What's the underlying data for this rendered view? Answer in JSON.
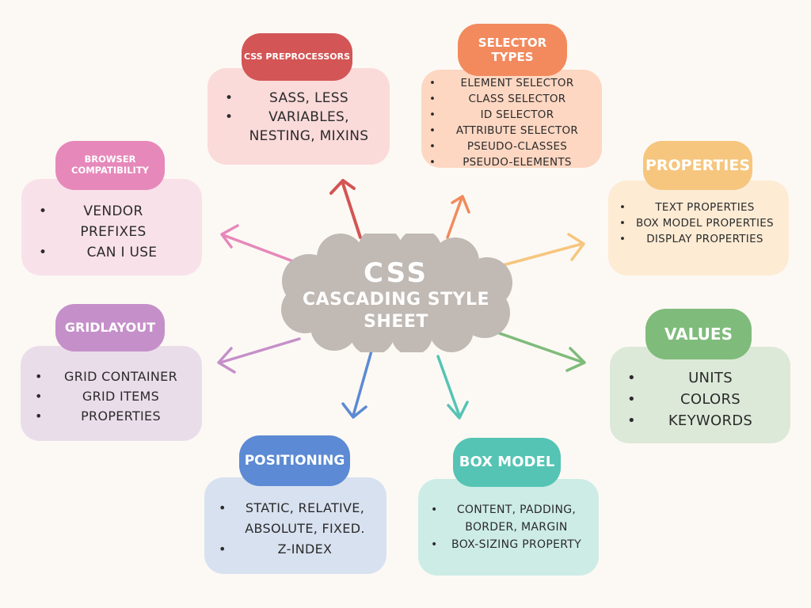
{
  "center": {
    "title": "CSS",
    "subtitle_line1": "CASCADING STYLE",
    "subtitle_line2": "SHEET",
    "color": "#c0b9b4"
  },
  "preprocessors": {
    "title": "CSS PREPROCESSORS",
    "color": "#d35555",
    "bg": "#fbdada",
    "items": [
      "SASS, LESS",
      "VARIABLES, NESTING, MIXINS"
    ]
  },
  "selectors": {
    "title_line1": "SELECTOR",
    "title_line2": "TYPES",
    "color": "#f28a5e",
    "bg": "#fdd7c2",
    "items": [
      "ELEMENT SELECTOR",
      "CLASS SELECTOR",
      "ID SELECTOR",
      "ATTRIBUTE SELECTOR",
      "PSEUDO-CLASSES",
      "PSEUDO-ELEMENTS"
    ]
  },
  "properties": {
    "title": "PROPERTIES",
    "color": "#f6c67e",
    "bg": "#fdebd4",
    "items": [
      "TEXT PROPERTIES",
      "BOX MODEL PROPERTIES",
      "DISPLAY PROPERTIES"
    ]
  },
  "values": {
    "title": "VALUES",
    "color": "#7fbb7b",
    "bg": "#dce9d8",
    "items": [
      "UNITS",
      "COLORS",
      "KEYWORDS"
    ]
  },
  "boxmodel": {
    "title": "BOX MODEL",
    "color": "#55c4b4",
    "bg": "#cdece6",
    "items": [
      "CONTENT, PADDING, BORDER, MARGIN",
      "BOX-SIZING PROPERTY"
    ]
  },
  "positioning": {
    "title": "POSITIONING",
    "color": "#5c8ad4",
    "bg": "#d8e1f0",
    "items": [
      "STATIC, RELATIVE, ABSOLUTE, FIXED.",
      "Z-INDEX"
    ]
  },
  "grid": {
    "title": "GRIDLAYOUT",
    "color": "#c58fc9",
    "bg": "#eaddea",
    "items": [
      "GRID CONTAINER",
      "GRID ITEMS",
      "PROPERTIES"
    ]
  },
  "browser": {
    "title_line1": "BROWSER",
    "title_line2": "COMPATIBILITY",
    "color": "#e688ba",
    "bg": "#f9e1ea",
    "items": [
      "VENDOR PREFIXES",
      "CAN I USE"
    ]
  }
}
